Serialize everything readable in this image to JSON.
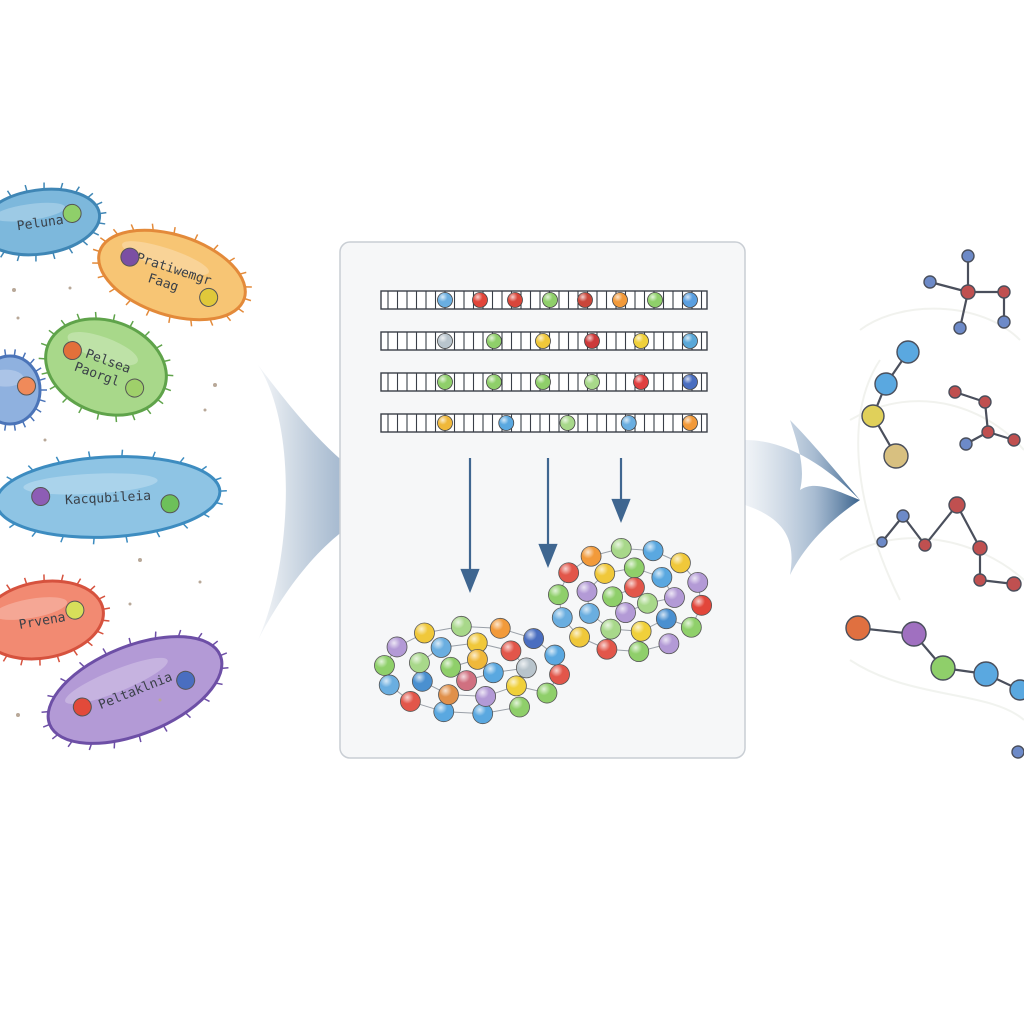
{
  "bacteria": [
    {
      "label": "Peluna",
      "fill": "#7db8dc",
      "stroke": "#3f86b5",
      "dots": [
        "#8fcf6a"
      ]
    },
    {
      "label": "Pratiwemgr",
      "sublabel": "Faag",
      "fill": "#f7c574",
      "stroke": "#e38a3a",
      "dots": [
        "#7b4fa3",
        "#e0c83a"
      ]
    },
    {
      "label": "Pelsea",
      "sublabel": "Paorgl",
      "fill": "#a8d88a",
      "stroke": "#5fa34a",
      "dots": [
        "#e2703a",
        "#9fd06a"
      ]
    },
    {
      "label": "",
      "fill": "#8fb1df",
      "stroke": "#4b74b8",
      "dots": [
        "#f08a5a"
      ]
    },
    {
      "label": "Kacqubileia",
      "fill": "#8ec4e4",
      "stroke": "#3d8cc0",
      "dots": [
        "#8d5db5",
        "#6dc05a"
      ]
    },
    {
      "label": "Prvena",
      "fill": "#f28a72",
      "stroke": "#d6523e",
      "dots": [
        "#d7df5a"
      ]
    },
    {
      "label": "Peltaklnia",
      "fill": "#b39ad6",
      "stroke": "#6d4fa6",
      "dots": [
        "#e24a3a",
        "#4a6ec0"
      ]
    }
  ],
  "sequence_strips": [
    [
      "#6aaee0",
      "#e2463a",
      "#d9463a",
      "#8fcf6a",
      "#c9463a",
      "#f29a3a",
      "#8fd06a",
      "#5a9fe0"
    ],
    [
      "#b8c4cc",
      "#8fcf6a",
      "#f0c83a",
      "#cc3a3a",
      "#f0d03a",
      "#5aa8d8"
    ],
    [
      "#8fcf6a",
      "#8fcf6a",
      "#8fcf6a",
      "#a8d88a",
      "#e04040",
      "#4a6ec0"
    ],
    [
      "#f0b83a",
      "#5aa8e0",
      "#a8d88a",
      "#6aaee0",
      "#f29a3a"
    ]
  ],
  "clusters": {
    "left": [
      "#8fcf6a",
      "#5aa8e0",
      "#5aa8e0",
      "#e2564a",
      "#6aaee0",
      "#8fd06a",
      "#b39ad6",
      "#f0c83a",
      "#a8d88a",
      "#f29a3a",
      "#4a6ec0",
      "#5aa8e0",
      "#e2564a",
      "#8fcf6a",
      "#f0d03a",
      "#b39ad6",
      "#e0904a",
      "#4a90d0",
      "#a8d88a",
      "#6aaee0",
      "#f0c83a",
      "#e2564a",
      "#b8c4cc",
      "#5aa8e0",
      "#d07080",
      "#8fcf6a",
      "#f0b83a",
      "#5a9fe0"
    ],
    "right": [
      "#b39ad6",
      "#8fcf6a",
      "#e2564a",
      "#f0c83a",
      "#6aaee0",
      "#8fcf6a",
      "#e2564a",
      "#f29a3a",
      "#a8d88a",
      "#5aa8e0",
      "#f0c83a",
      "#b39ad6",
      "#e2463a",
      "#8fd06a",
      "#4a90d0",
      "#f0d03a",
      "#a8d88a",
      "#6aaee0",
      "#b39ad6",
      "#f0c83a",
      "#8fcf6a",
      "#5aa8e0",
      "#b39ad6",
      "#a8d88a"
    ]
  },
  "molecule_colors": {
    "bond": "#4a4f5c",
    "nodes": [
      "#6d8ac8",
      "#5aa8e0",
      "#e0d05a",
      "#d8c080",
      "#c05050",
      "#a070c0",
      "#8fcf6a",
      "#e07040"
    ]
  },
  "accent": {
    "arrow": "#3f6690",
    "panel_border": "#c9ced4",
    "panel_bg": "#f6f7f8"
  }
}
